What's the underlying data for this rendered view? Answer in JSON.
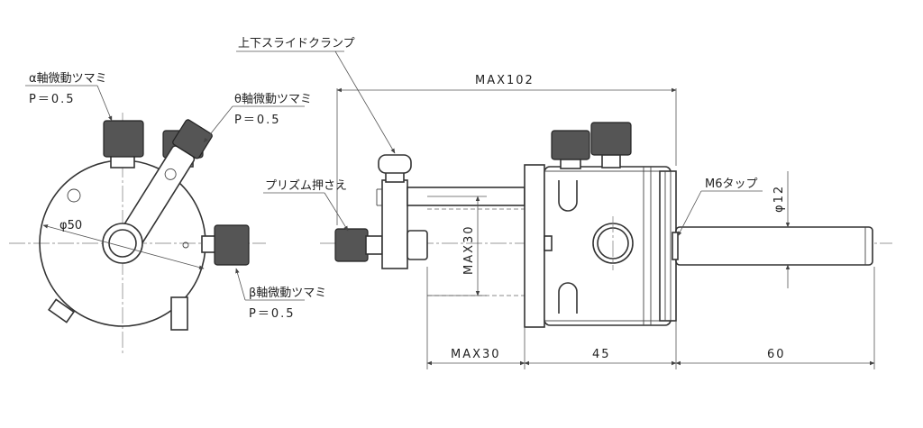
{
  "labels": {
    "alpha_knob": "α軸微動ツマミ",
    "alpha_pitch": "P＝0.5",
    "theta_knob": "θ軸微動ツマミ",
    "theta_pitch": "P＝0.5",
    "beta_knob": "β軸微動ツマミ",
    "beta_pitch": "P＝0.5",
    "slide_clamp": "上下スライドクランプ",
    "prism_holder": "プリズム押さえ",
    "m6_tap": "M6タップ"
  },
  "dimensions": {
    "diameter_50": "φ50",
    "max102": "MAX102",
    "max30_vertical": "MAX30",
    "max30_horizontal": "MAX30",
    "len_45": "45",
    "len_60": "60",
    "diameter_12": "φ12"
  },
  "colors": {
    "line": "#333333",
    "knurl": "#555555",
    "background": "#ffffff"
  }
}
